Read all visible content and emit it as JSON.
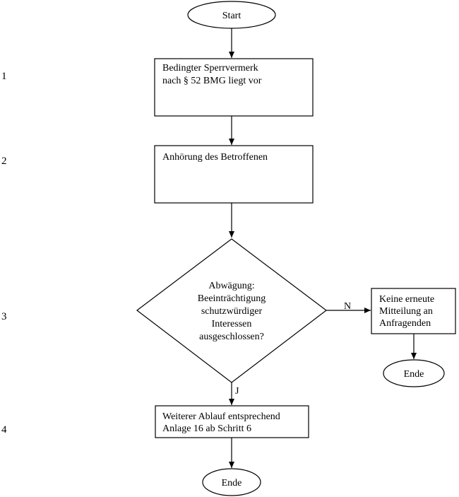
{
  "step_numbers": [
    "1",
    "2",
    "3",
    "4"
  ],
  "nodes": {
    "start": "Start",
    "box1": [
      "Bedingter Sperrvermerk",
      "nach § 52 BMG liegt vor"
    ],
    "box2": [
      "Anhörung des Betroffenen"
    ],
    "decision": [
      "Abwägung:",
      "Beeinträchtigung",
      "schutzwürdiger",
      "Interessen",
      "ausgeschlossen?"
    ],
    "box_no": [
      "Keine erneute",
      "Mitteilung an",
      "Anfragenden"
    ],
    "end_right": "Ende",
    "box4": [
      "Weiterer Ablauf entsprechend",
      "Anlage 16 ab Schritt 6"
    ],
    "end_bottom": "Ende"
  },
  "edge_labels": {
    "no": "N",
    "yes": "J"
  }
}
